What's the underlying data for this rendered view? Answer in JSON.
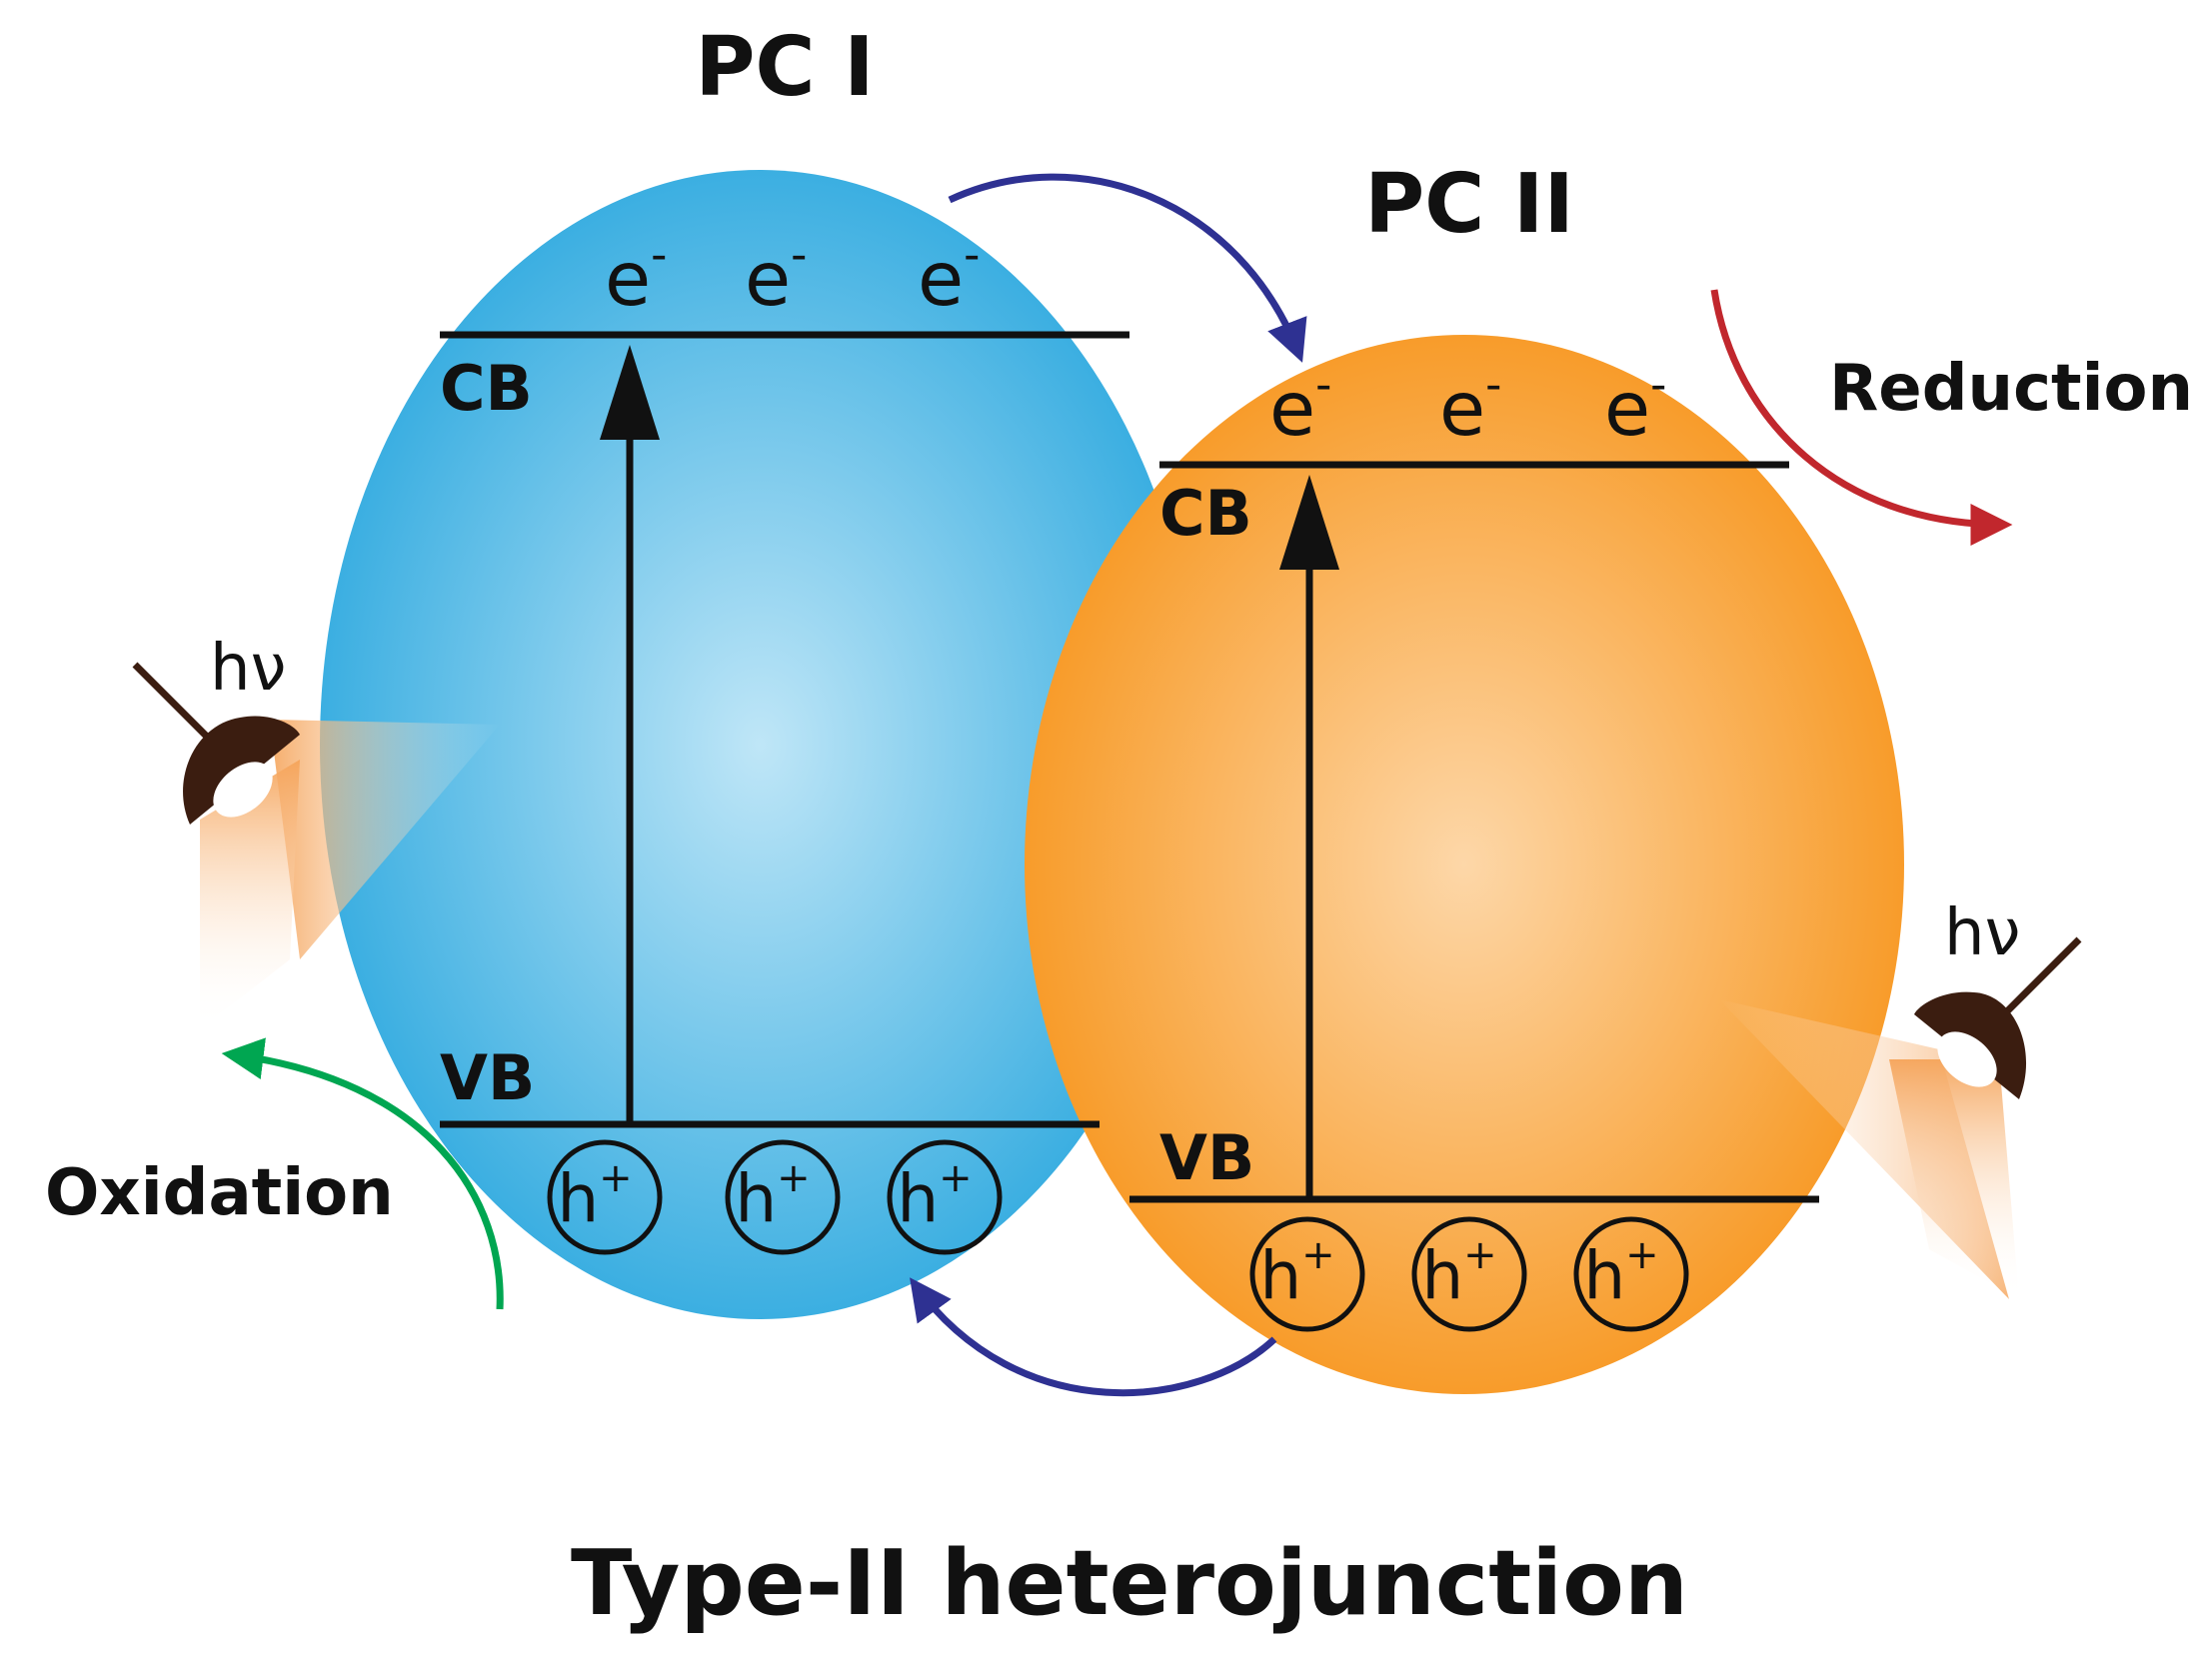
{
  "title": "Type-II heterojunction",
  "pc1": {
    "label": "PC I",
    "cb": "CB",
    "vb": "VB",
    "electrons": [
      "e",
      "e",
      "e"
    ],
    "holes": [
      "h",
      "h",
      "h"
    ],
    "color": "#2EA9DF",
    "center_color": "#BFE6F7"
  },
  "pc2": {
    "label": "PC II",
    "cb": "CB",
    "vb": "VB",
    "electrons": [
      "e",
      "e",
      "e"
    ],
    "holes": [
      "h",
      "h",
      "h"
    ],
    "color": "#F7961E",
    "center_color": "#FDD7A8"
  },
  "electron_superscript": "-",
  "hole_superscript": "+",
  "light_label_1": "hν",
  "light_label_2": "hν",
  "oxidation_label": "Oxidation",
  "reduction_label": "Reduction",
  "colors": {
    "transfer_arrow": "#2E3192",
    "oxidation_arrow": "#00A651",
    "reduction_arrow": "#C1272D",
    "band_line": "#111111",
    "lamp": "#3B1D10"
  }
}
